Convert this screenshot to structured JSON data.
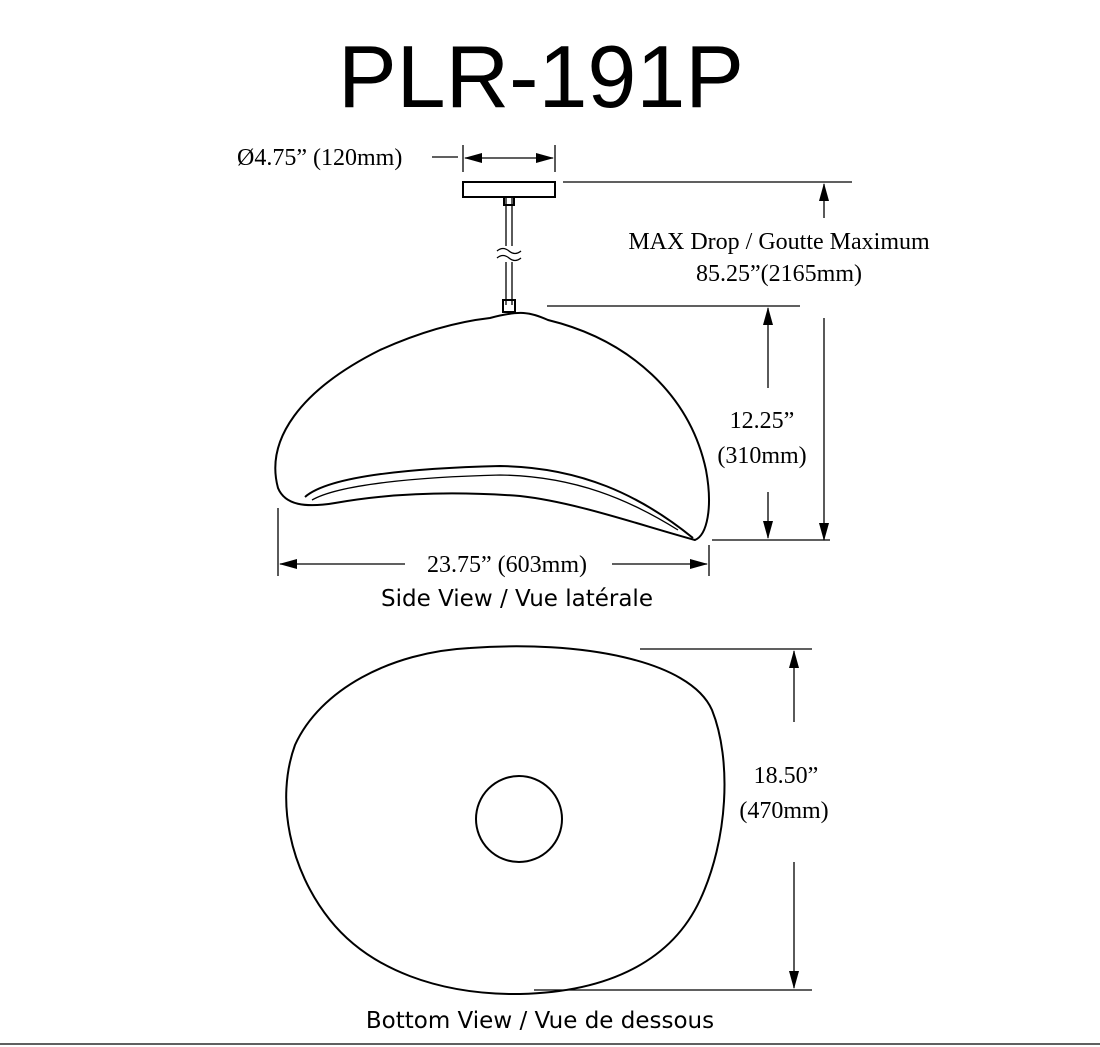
{
  "title": "PLR-191P",
  "canopy_diameter": "Ø4.75” (120mm)",
  "max_drop": {
    "line1": "MAX Drop / Goutte Maximum",
    "line2": "85.25”(2165mm)"
  },
  "height": {
    "line1": "12.25”",
    "line2": "(310mm)"
  },
  "width": "23.75” (603mm)",
  "depth": {
    "line1": "18.50”",
    "line2": "(470mm)"
  },
  "side_view_caption": "Side View / Vue latérale",
  "bottom_view_caption": "Bottom View / Vue de dessous"
}
